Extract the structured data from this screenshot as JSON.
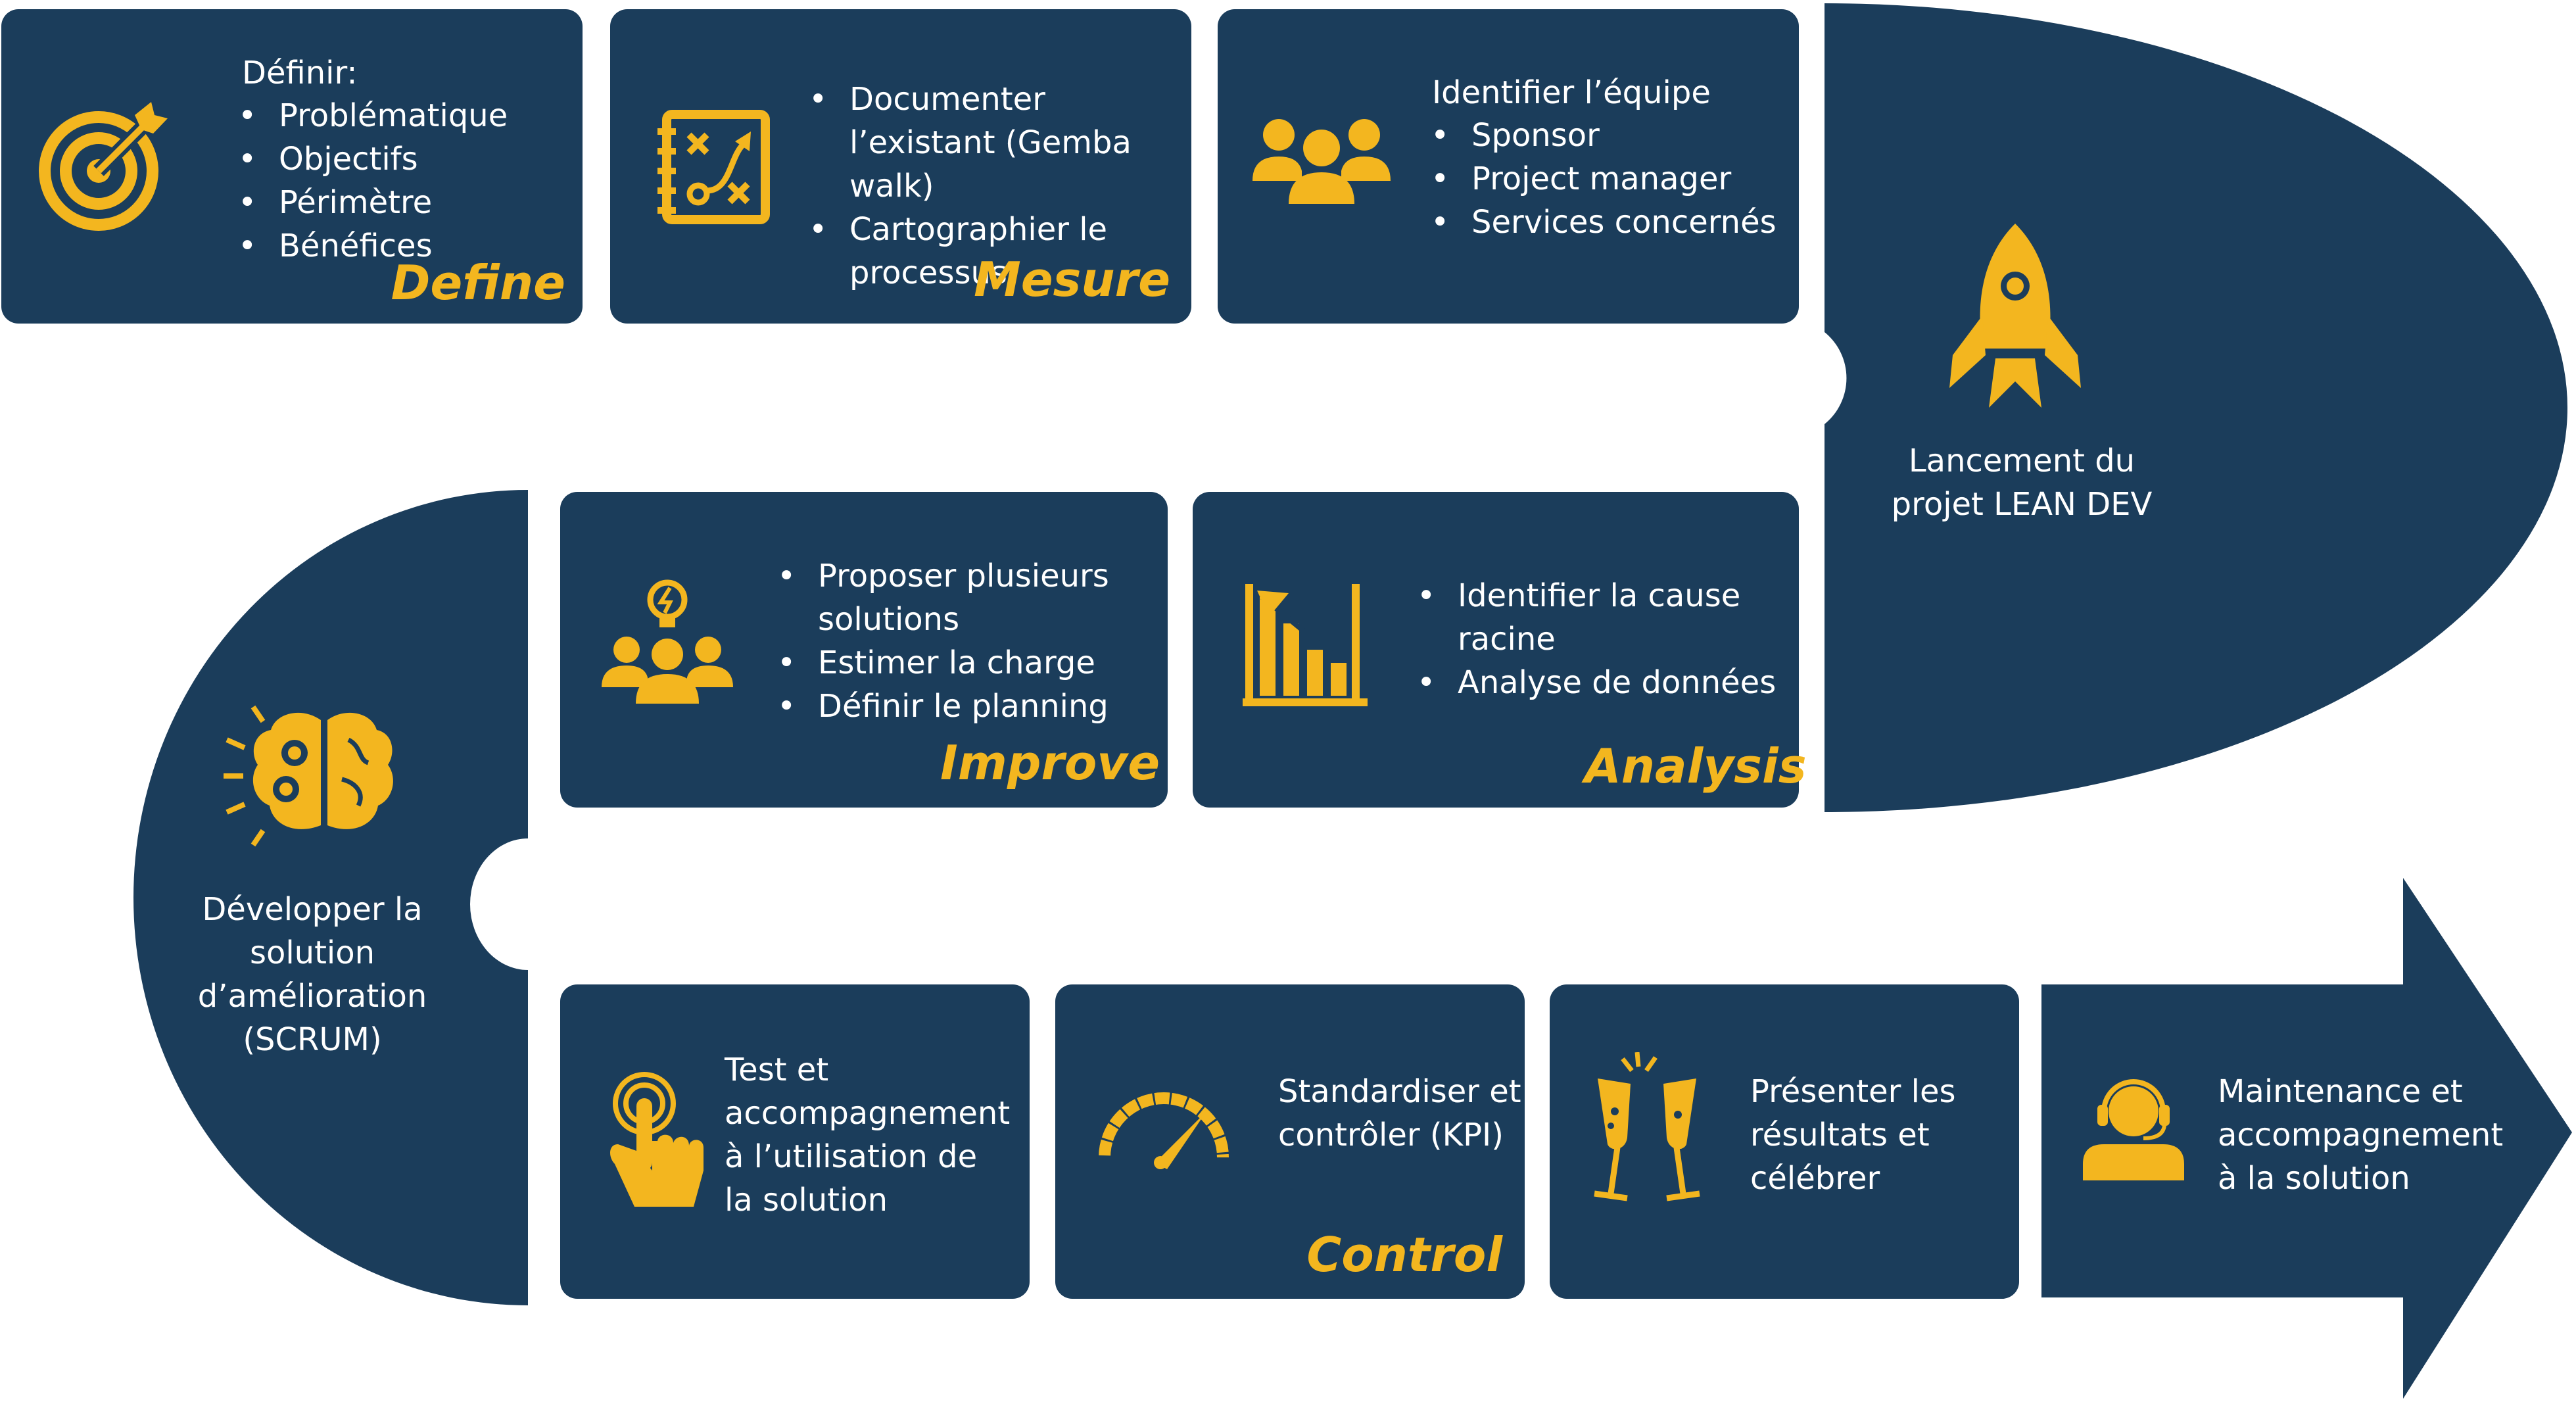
{
  "colors": {
    "navy": "#1b3d5b",
    "gold": "#f3b61f",
    "background": "#ffffff",
    "text": "#ffffff"
  },
  "define": {
    "heading": "Définir:",
    "bullets": [
      "Problématique",
      "Objectifs",
      "Périmètre",
      "Bénéfices"
    ],
    "stage": "Define",
    "icon": "target-icon"
  },
  "mesure": {
    "bullets": [
      "Documenter l’existant (Gemba walk)",
      "Cartographier le processus"
    ],
    "stage": "Mesure",
    "icon": "strategy-board-icon"
  },
  "equipe": {
    "heading": "Identifier l’équipe",
    "bullets": [
      "Sponsor",
      "Project manager",
      "Services concernés"
    ],
    "icon": "team-icon"
  },
  "lancement": {
    "line1": "Lancement du",
    "line2": "projet LEAN DEV",
    "icon": "rocket-icon"
  },
  "analysis": {
    "bullets": [
      "Identifier la cause racine",
      "Analyse de données"
    ],
    "stage": "Analysis",
    "icon": "bar-chart-icon"
  },
  "improve": {
    "bullets": [
      "Proposer plusieurs solutions",
      "Estimer la charge",
      "Définir le planning"
    ],
    "stage": "Improve",
    "icon": "idea-team-icon"
  },
  "developper": {
    "line1": "Développer la",
    "line2": "solution",
    "line3": "d’amélioration",
    "line4": "(SCRUM)",
    "icon": "brain-icon"
  },
  "test": {
    "text": "Test et accompagnement à l’utilisation de la solution",
    "icon": "touch-icon"
  },
  "control": {
    "text": "Standardiser et contrôler (KPI)",
    "stage": "Control",
    "icon": "gauge-icon"
  },
  "celebrer": {
    "text": "Présenter les résultats et célébrer",
    "icon": "champagne-icon"
  },
  "maintenance": {
    "text": "Maintenance et accompagnement à la solution",
    "icon": "support-agent-icon"
  }
}
